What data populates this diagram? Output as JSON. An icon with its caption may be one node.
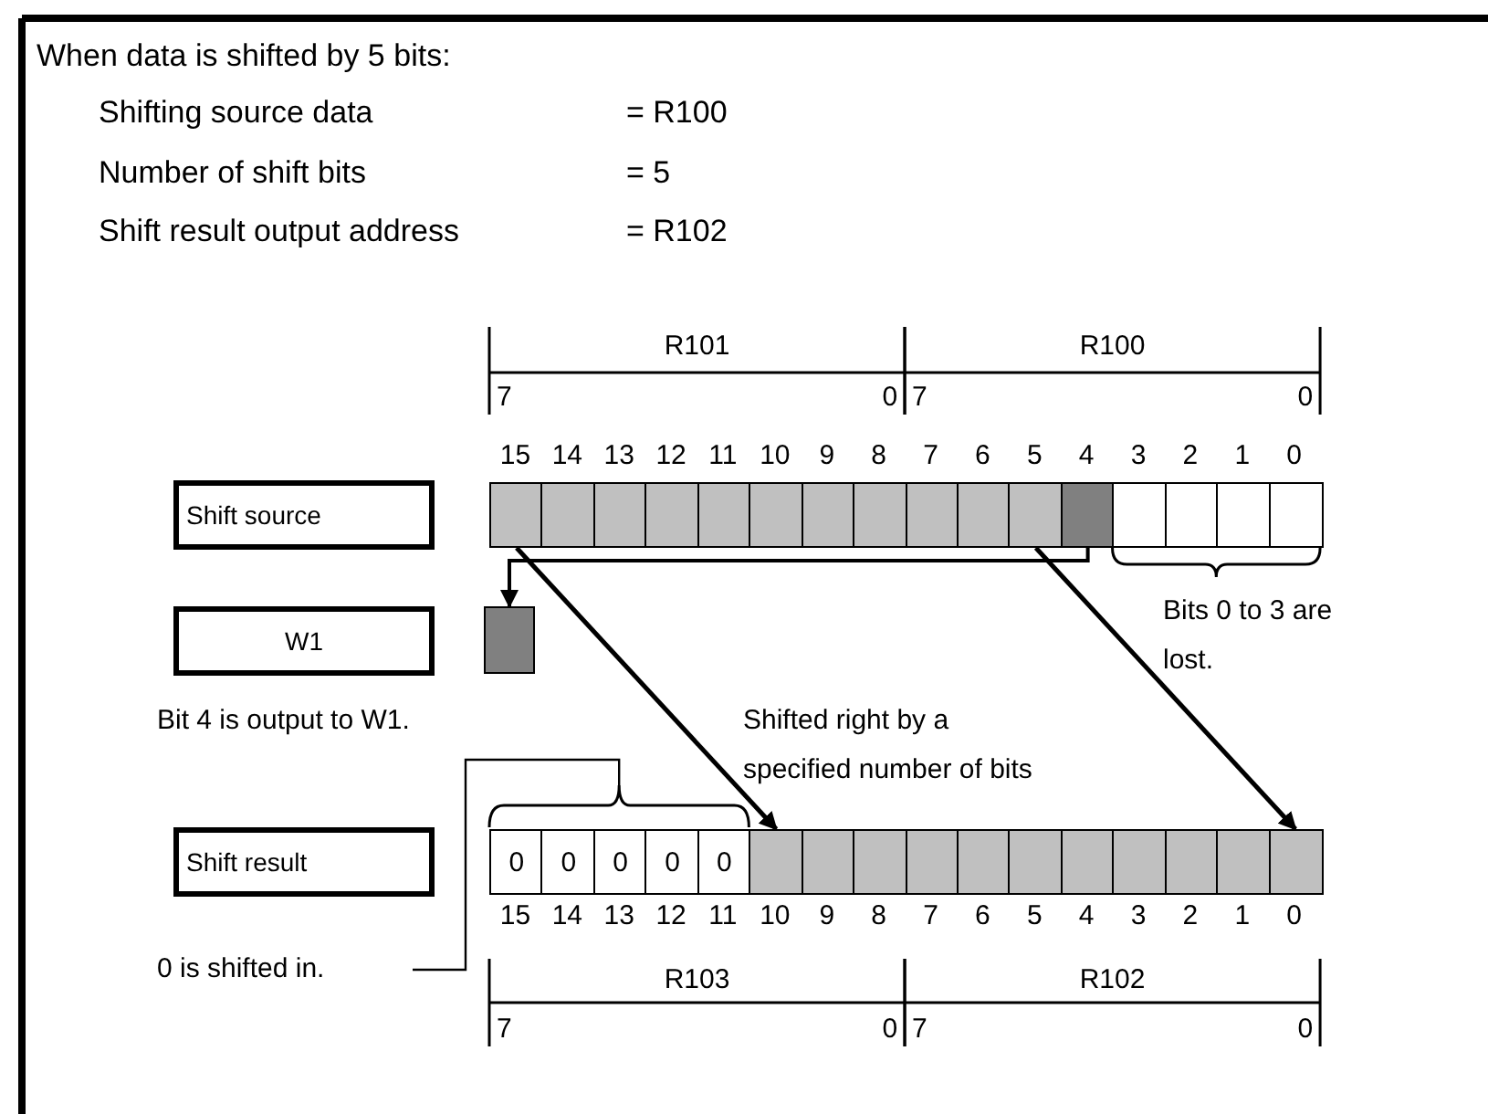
{
  "diagram": {
    "title": "When data is shifted by 5 bits:",
    "nodes": [
      {
        "text": [
          "Shift source"
        ]
      },
      {
        "text": [],
        "shape": "box"
      },
      {
        "text": [],
        "shape": "box"
      },
      {
        "text": [],
        "shape": "box"
      },
      {
        "text": [],
        "shape": "box"
      },
      {
        "text": [],
        "shape": "box"
      },
      {
        "text": [],
        "shape": "box"
      },
      {
        "text": [],
        "shape": "box"
      },
      {
        "text": [],
        "shape": "box"
      },
      {
        "text": [],
        "shape": "box"
      },
      {
        "text": [],
        "shape": "box"
      },
      {
        "text": [],
        "shape": "box"
      },
      {
        "text": [],
        "shape": "box"
      },
      {
        "text": [],
        "shape": "box"
      },
      {
        "text": [],
        "shape": "box"
      },
      {
        "text": [],
        "shape": "box"
      },
      {
        "text": [],
        "shape": "box"
      },
      {
        "text": [
          "W1"
        ]
      },
      {
        "text": [],
        "shape": "box"
      },
      {
        "text": [
          "Shift result"
        ]
      },
      {
        "text": [
          "0"
        ]
      },
      {
        "text": [
          "0"
        ]
      },
      {
        "text": [
          "0"
        ]
      },
      {
        "text": [
          "0"
        ]
      },
      {
        "text": [
          "0"
        ]
      },
      {
        "text": [],
        "shape": "box"
      },
      {
        "text": [],
        "shape": "box"
      },
      {
        "text": [],
        "shape": "box"
      },
      {
        "text": [],
        "shape": "box"
      },
      {
        "text": [],
        "shape": "box"
      },
      {
        "text": [],
        "shape": "box"
      },
      {
        "text": [],
        "shape": "box"
      },
      {
        "text": [],
        "shape": "box"
      },
      {
        "text": [],
        "shape": "box"
      },
      {
        "text": [],
        "shape": "box"
      },
      {
        "text": [],
        "shape": "box"
      },
      {
        "text": [
          "0 is shifted in."
        ]
      },
      {
        "text": [],
        "shape": "bracket"
      }
    ],
    "edges": [
      {
        "from": 12,
        "to": 18,
        "arrow": "to"
      },
      {
        "from": 1,
        "to": 25,
        "arrow": "to"
      },
      {
        "from": 11,
        "to": 35,
        "arrow": "to"
      },
      {
        "from": 36,
        "to": 37,
        "arrow": "none"
      }
    ],
    "labels": [
      "Shifting source data",
      "= R100",
      "Number of shift bits",
      "= 5",
      "Shift result output address",
      "= R102",
      "R101",
      "R100",
      "7",
      "0",
      "7",
      "0",
      "15",
      "14",
      "13",
      "12",
      "11",
      "10",
      "9",
      "8",
      "7",
      "6",
      "5",
      "4",
      "3",
      "2",
      "1",
      "0",
      "Bits 0 to 3 are lost.",
      "Bit 4 is output to W1.",
      "Shifted right by a specified number of bits",
      "15",
      "14",
      "13",
      "12",
      "11",
      "10",
      "9",
      "8",
      "7",
      "6",
      "5",
      "4",
      "3",
      "2",
      "1",
      "0",
      "R103",
      "R102",
      "7",
      "0",
      "7",
      "0"
    ]
  }
}
